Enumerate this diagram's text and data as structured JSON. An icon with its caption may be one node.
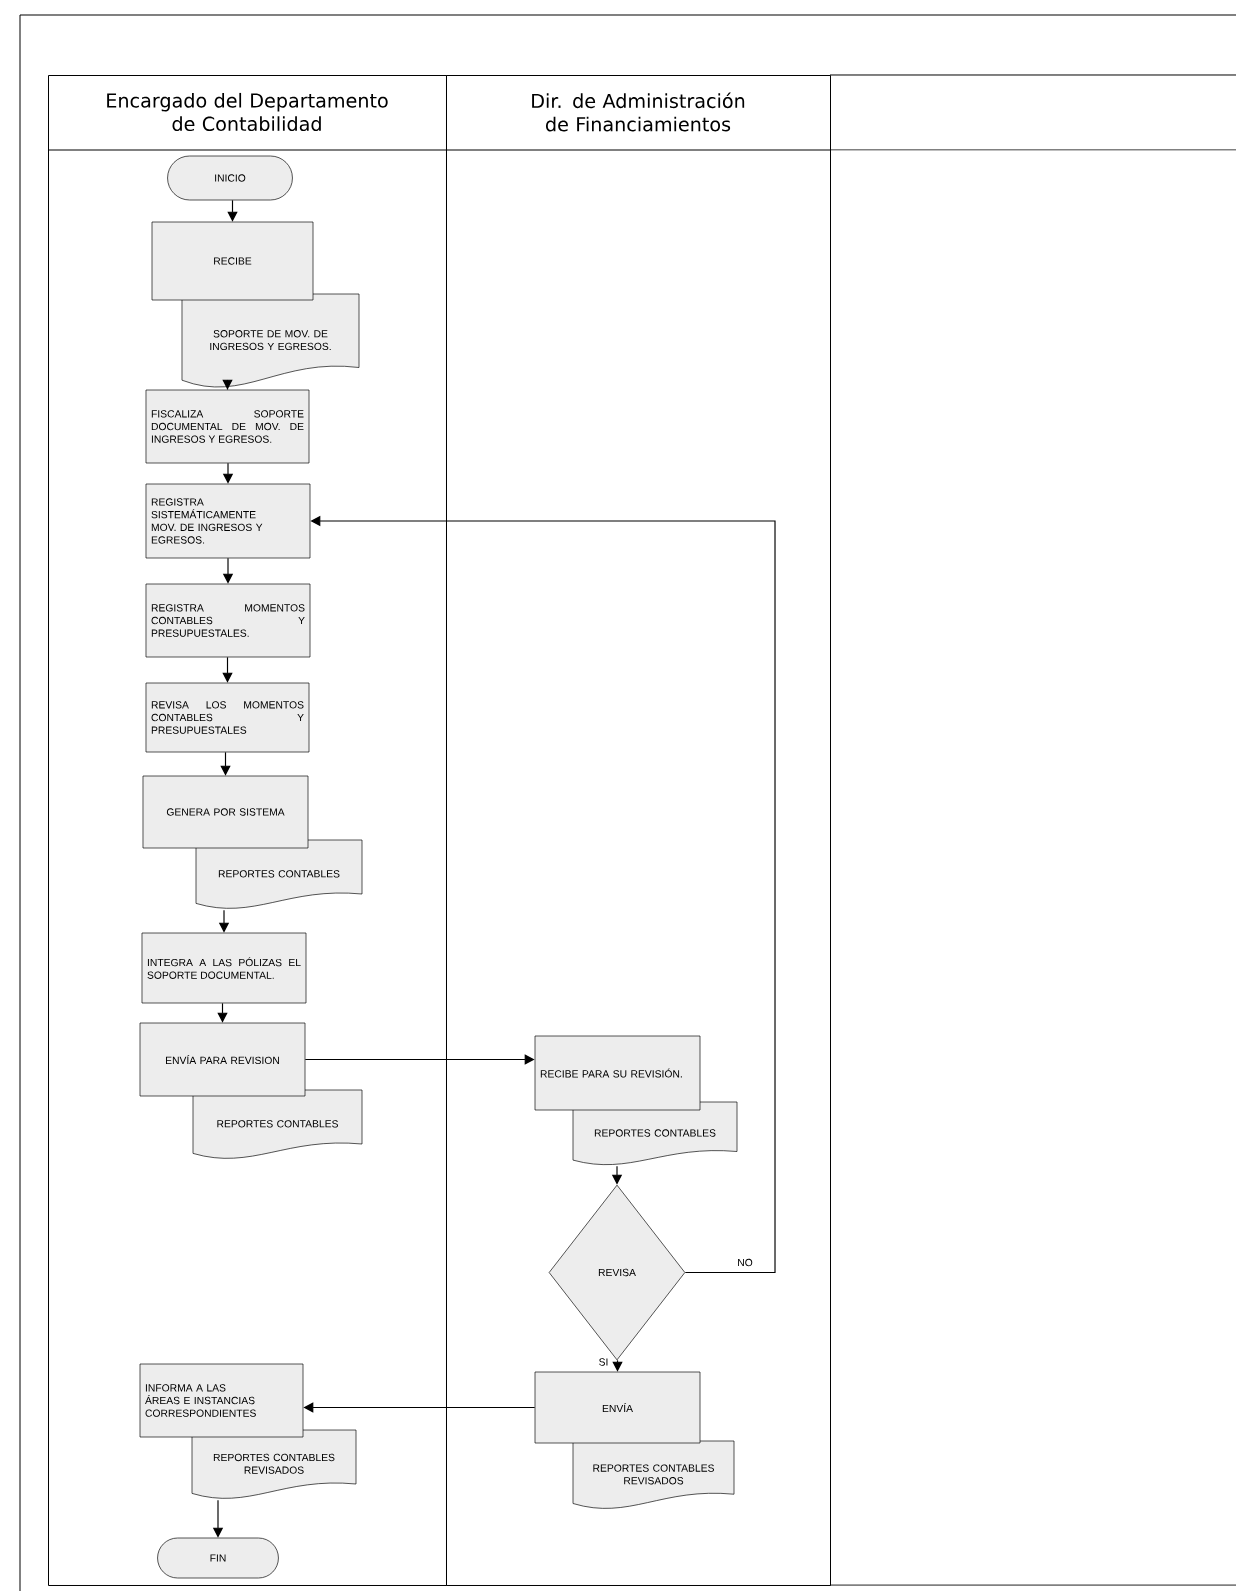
{
  "diagram": {
    "nodes": [
      {
        "text": [
          "Encargado del Departamento de Contabilidad"
        ]
      },
      {
        "text": [
          "Dir. de Administración de Financiamientos"
        ]
      },
      {
        "text": [
          "INICIO"
        ],
        "in": 0
      },
      {
        "text": [
          "RECIBE"
        ],
        "in": 0
      },
      {
        "text": [
          "SOPORTE DE MOV. DE INGRESOS Y EGRESOS."
        ],
        "in": 0
      },
      {
        "text": [
          "FISCALIZA SOPORTE DOCUMENTAL DE MOV. DE INGRESOS Y EGRESOS."
        ],
        "in": 0
      },
      {
        "text": [
          "REGISTRA SISTEMÁTICAMENTE MOV. DE INGRESOS Y EGRESOS."
        ],
        "in": 0
      },
      {
        "text": [
          "REGISTRA MOMENTOS CONTABLES Y PRESUPUESTALES."
        ],
        "in": 0
      },
      {
        "text": [
          "REVISA LOS MOMENTOS CONTABLES Y PRESUPUESTALES"
        ],
        "in": 0
      },
      {
        "text": [
          "GENERA POR SISTEMA"
        ],
        "in": 0
      },
      {
        "text": [
          "REPORTES CONTABLES"
        ],
        "in": 0
      },
      {
        "text": [
          "INTEGRA A LAS PÓLIZAS EL SOPORTE DOCUMENTAL."
        ],
        "in": 0
      },
      {
        "text": [
          "ENVÍA PARA REVISION"
        ],
        "in": 0
      },
      {
        "text": [
          "REPORTES CONTABLES"
        ],
        "in": 0
      },
      {
        "text": [
          "RECIBE PARA SU REVISIÓN."
        ],
        "in": 1
      },
      {
        "text": [
          "REPORTES CONTABLES"
        ],
        "in": 1
      },
      {
        "text": [
          "REVISA"
        ],
        "in": 1
      },
      {
        "text": [
          "ENVÍA"
        ],
        "in": 1
      },
      {
        "text": [
          "REPORTES CONTABLES REVISADOS"
        ],
        "in": 1
      },
      {
        "text": [
          "INFORMA A LAS ÁREAS E INSTANCIAS CORRESPONDIENTES"
        ],
        "in": 0
      },
      {
        "text": [
          "REPORTES CONTABLES REVISADOS"
        ],
        "in": 0
      },
      {
        "text": [
          "FIN"
        ],
        "in": 0
      }
    ],
    "edges": [
      {
        "from": 2,
        "to": 3,
        "arrow": "to"
      },
      {
        "from": 4,
        "to": 5,
        "arrow": "to"
      },
      {
        "from": 5,
        "to": 6,
        "arrow": "to"
      },
      {
        "from": 6,
        "to": 7,
        "arrow": "to"
      },
      {
        "from": 7,
        "to": 8,
        "arrow": "to"
      },
      {
        "from": 8,
        "to": 9,
        "arrow": "to"
      },
      {
        "from": 10,
        "to": 11,
        "arrow": "to"
      },
      {
        "from": 11,
        "to": 12,
        "arrow": "to"
      },
      {
        "from": 12,
        "to": 14,
        "arrow": "to"
      },
      {
        "from": 15,
        "to": 16,
        "arrow": "to"
      },
      {
        "from": 16,
        "to": 6,
        "arrow": "to",
        "label": "NO"
      },
      {
        "from": 16,
        "to": 17,
        "arrow": "to",
        "label": "SI"
      },
      {
        "from": 17,
        "to": 19,
        "arrow": "to"
      },
      {
        "from": 20,
        "to": 21,
        "arrow": "to"
      }
    ]
  }
}
